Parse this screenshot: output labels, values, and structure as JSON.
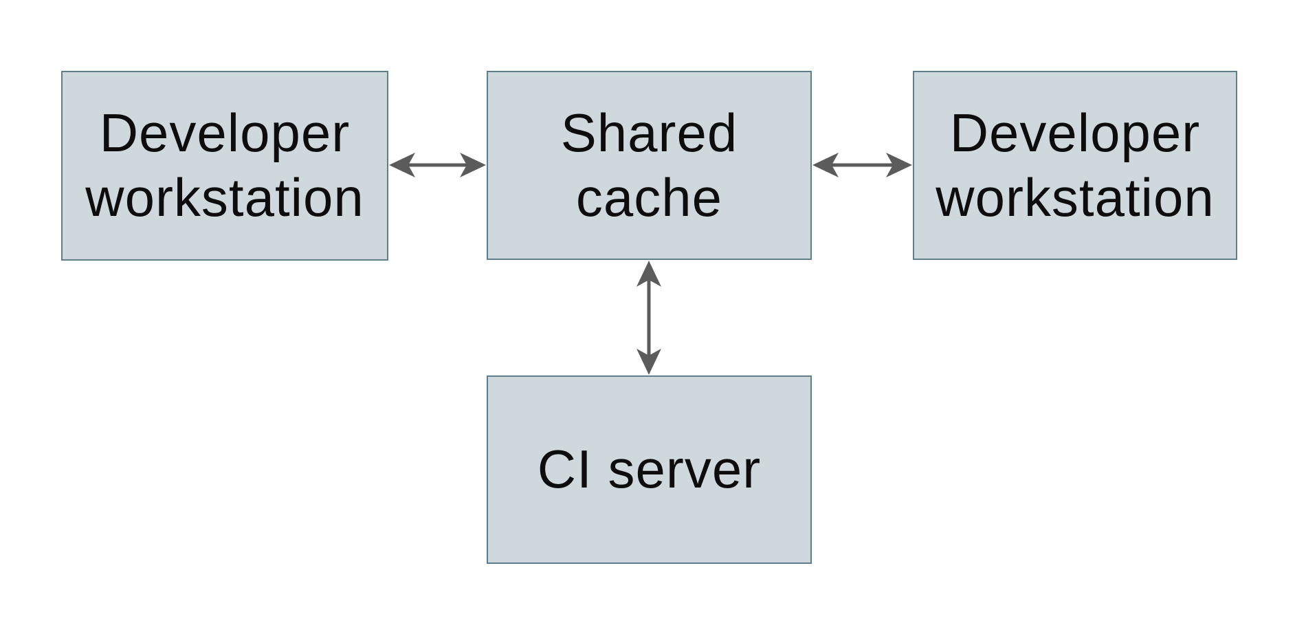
{
  "diagram": {
    "type": "architecture-diagram",
    "nodes": [
      {
        "id": "developer-workstation-left",
        "label": "Developer\nworkstation"
      },
      {
        "id": "shared-cache",
        "label": "Shared\ncache"
      },
      {
        "id": "developer-workstation-right",
        "label": "Developer\nworkstation"
      },
      {
        "id": "ci-server",
        "label": "CI server"
      }
    ],
    "edges": [
      {
        "from": "developer-workstation-left",
        "to": "shared-cache",
        "direction": "bidirectional"
      },
      {
        "from": "shared-cache",
        "to": "developer-workstation-right",
        "direction": "bidirectional"
      },
      {
        "from": "shared-cache",
        "to": "ci-server",
        "direction": "bidirectional"
      }
    ],
    "colors": {
      "background": "#ffffff",
      "node_fill": "#cfd8dc",
      "node_border": "#607d8b",
      "node_text": "#0d0d0d",
      "arrow": "#5b5b5b"
    }
  }
}
